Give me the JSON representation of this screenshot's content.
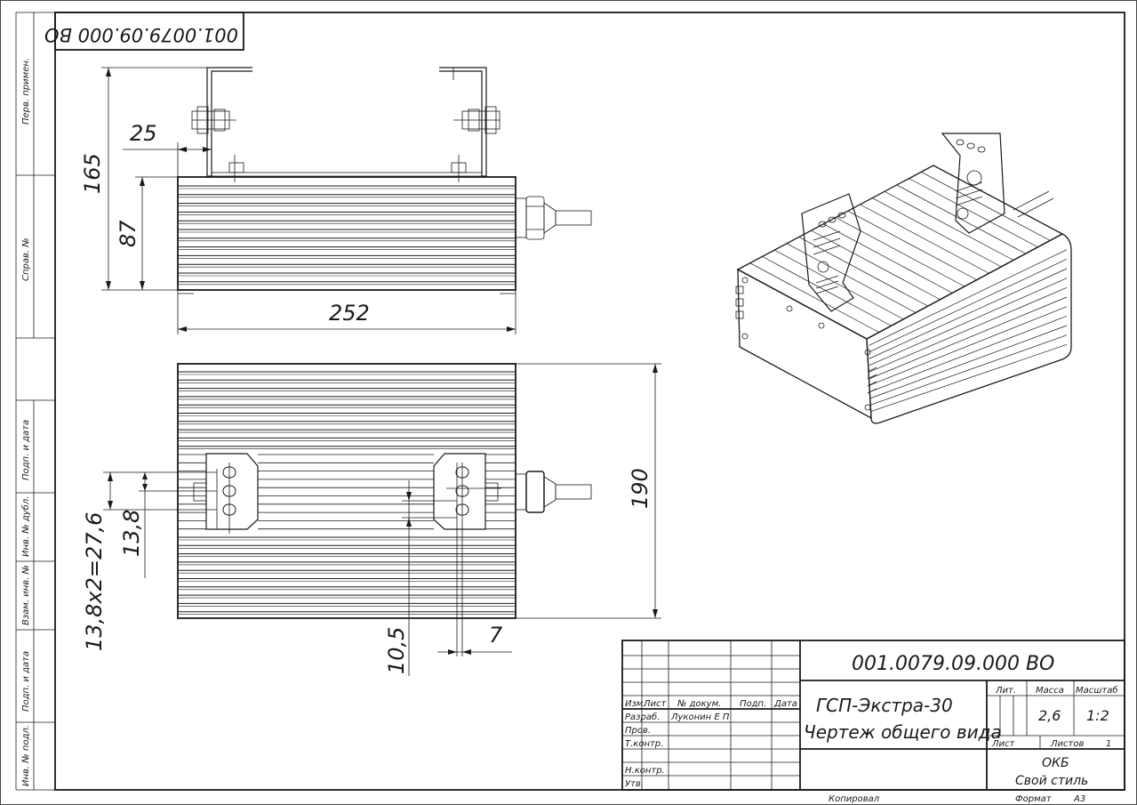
{
  "drawing": {
    "code": "001.0079.09.000 ВО",
    "code_rotated": "001.0079.09.000 ВО",
    "product_name": "ГСП-Экстра-30",
    "document_type": "Чертеж общего вида"
  },
  "side_column": {
    "perv_primen": "Перв. примен.",
    "sprav_no": "Справ. №",
    "podp_data_1": "Подп. и дата",
    "inv_dubl": "Инв. № дубл.",
    "vzam_inv": "Взам. инв. №",
    "podp_data_2": "Подп. и дата",
    "inv_podl": "Инв. № подл."
  },
  "dimensions": {
    "d25": "25",
    "d165": "165",
    "d87": "87",
    "d252": "252",
    "d190": "190",
    "d138x2": "13,8х2=27,6",
    "d138": "13,8",
    "d105": "10,5",
    "d7": "7"
  },
  "title_block": {
    "col_izm": "Изм.",
    "col_list": "Лист",
    "col_doc": "№ докум.",
    "col_podp": "Подп.",
    "col_data": "Дата",
    "row_razrab": "Разраб.",
    "razrab_name": "Луконин Е П",
    "row_prov": "Пров.",
    "row_tkontr": "Т.контр.",
    "row_nkontr": "Н.контр.",
    "row_utv": "Утв.",
    "lit_label": "Лит.",
    "mass_label": "Масса",
    "scale_label": "Масштаб",
    "mass_value": "2,6",
    "scale_value": "1:2",
    "sheet_label": "Лист",
    "sheets_label": "Листов",
    "sheets_value": "1",
    "org_line1": "ОКБ",
    "org_line2": "Свой стиль",
    "copied": "Копировал",
    "format_label": "Формат",
    "format_value": "А3"
  }
}
